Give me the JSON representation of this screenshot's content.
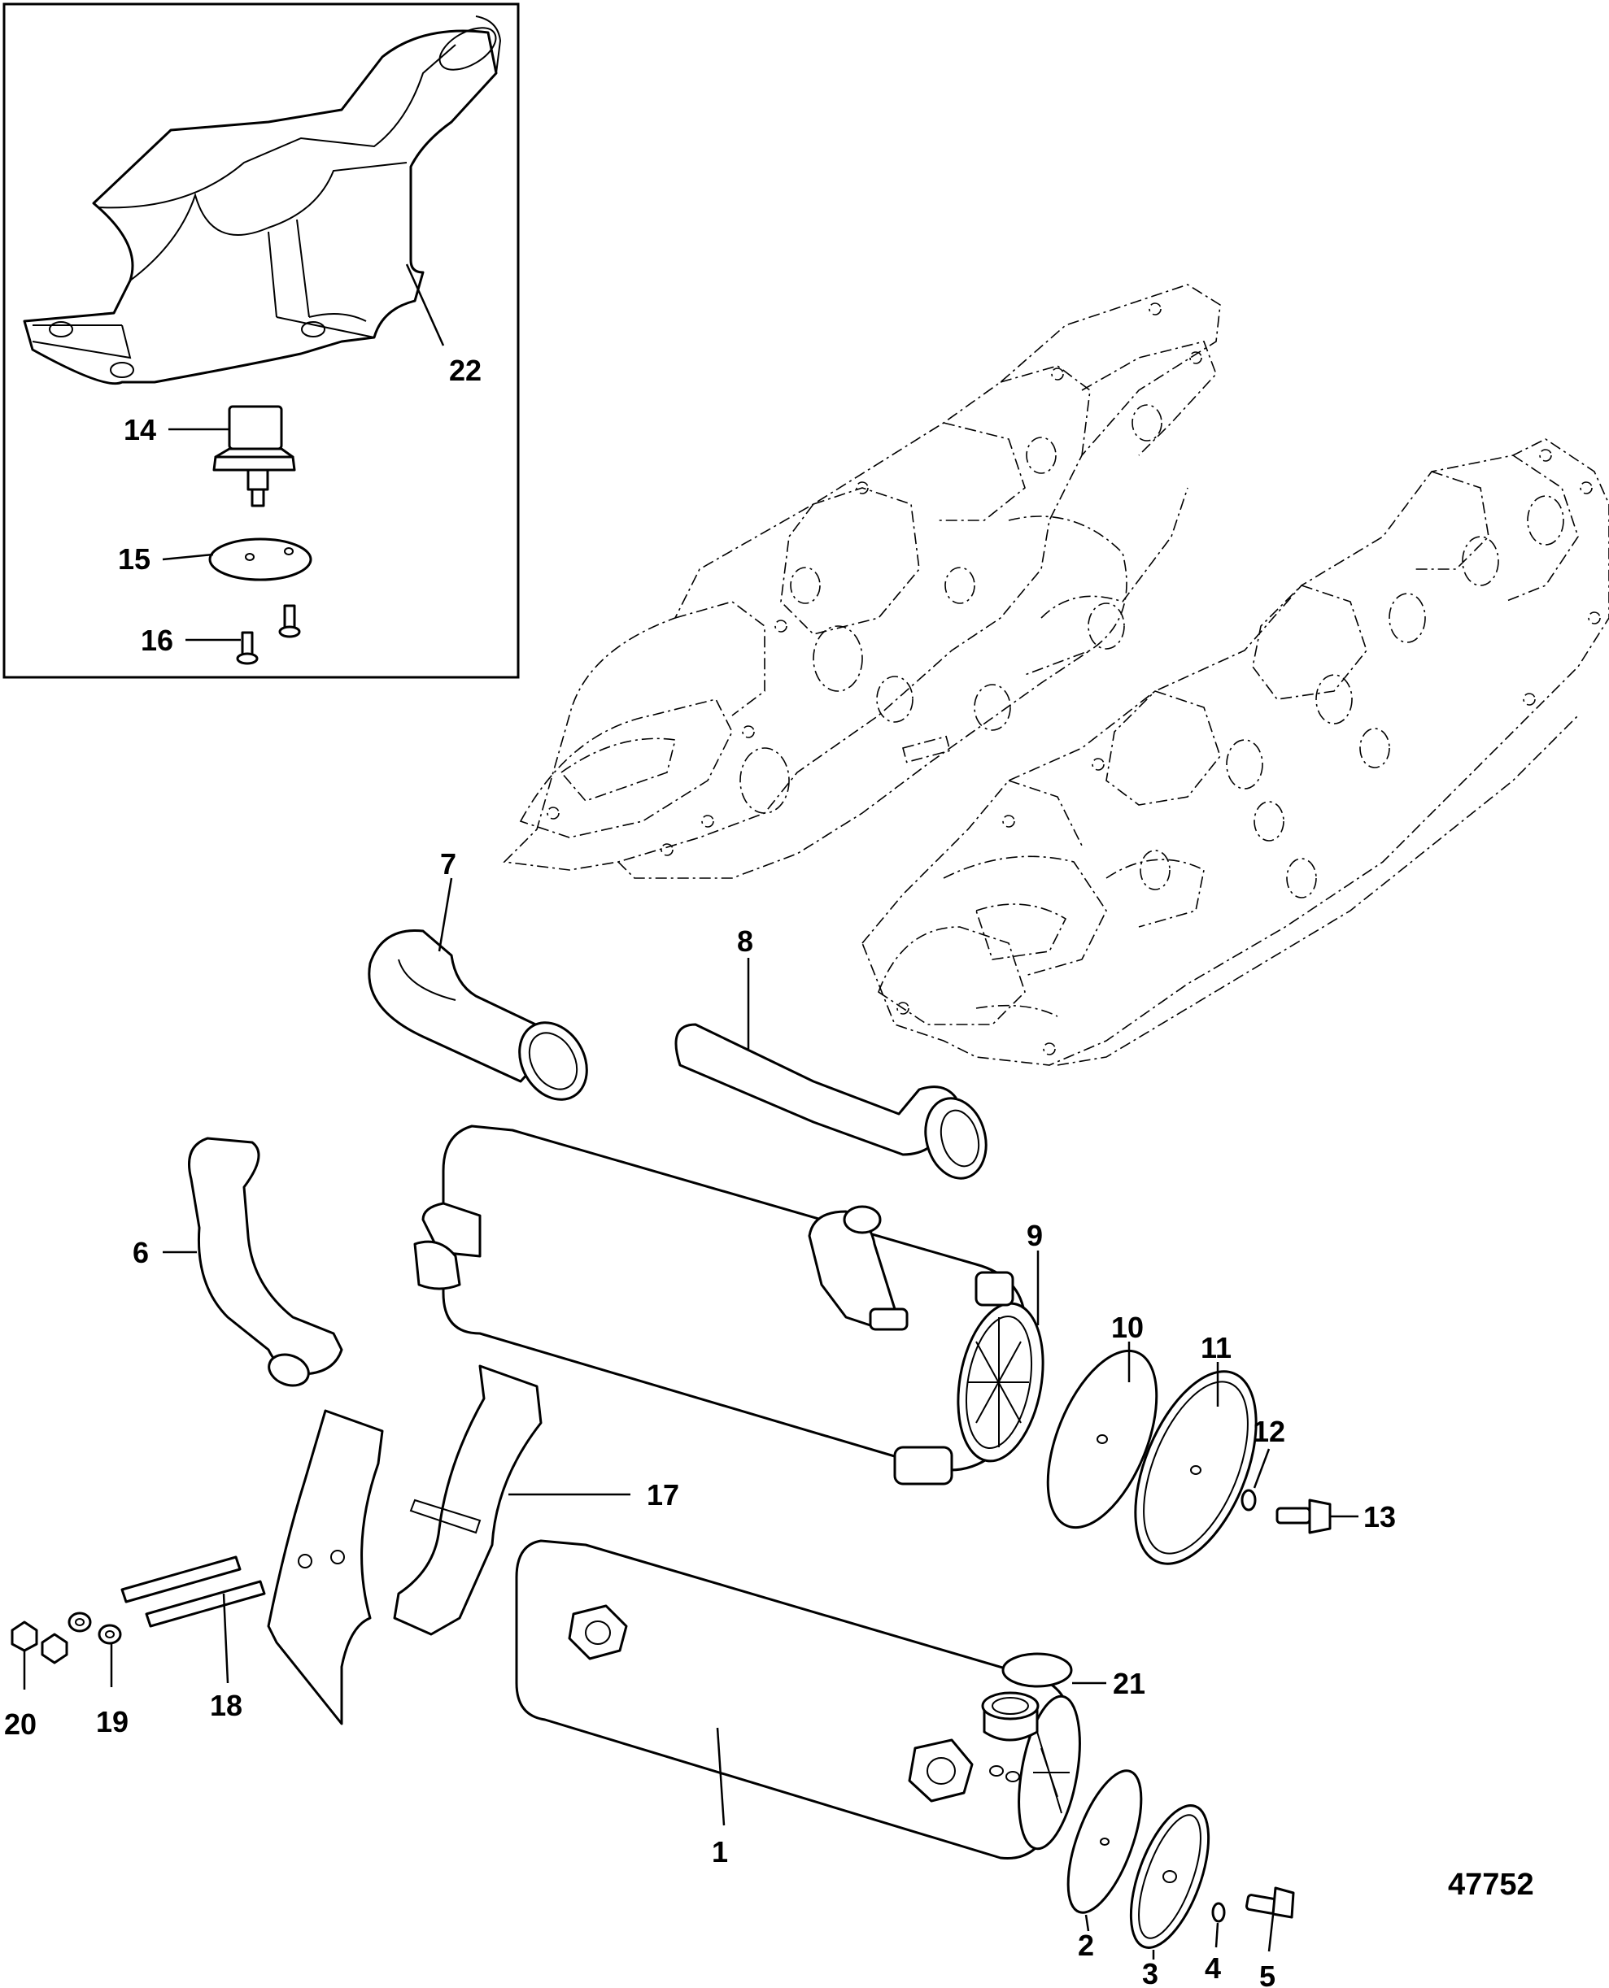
{
  "figure_id": "47752",
  "callouts": {
    "c1": "1",
    "c2": "2",
    "c3": "3",
    "c4": "4",
    "c5": "5",
    "c6": "6",
    "c7": "7",
    "c8": "8",
    "c9": "9",
    "c10": "10",
    "c11": "11",
    "c12": "12",
    "c13": "13",
    "c14": "14",
    "c15": "15",
    "c16": "16",
    "c17": "17",
    "c18": "18",
    "c19": "19",
    "c20": "20",
    "c21": "21",
    "c22": "22"
  }
}
